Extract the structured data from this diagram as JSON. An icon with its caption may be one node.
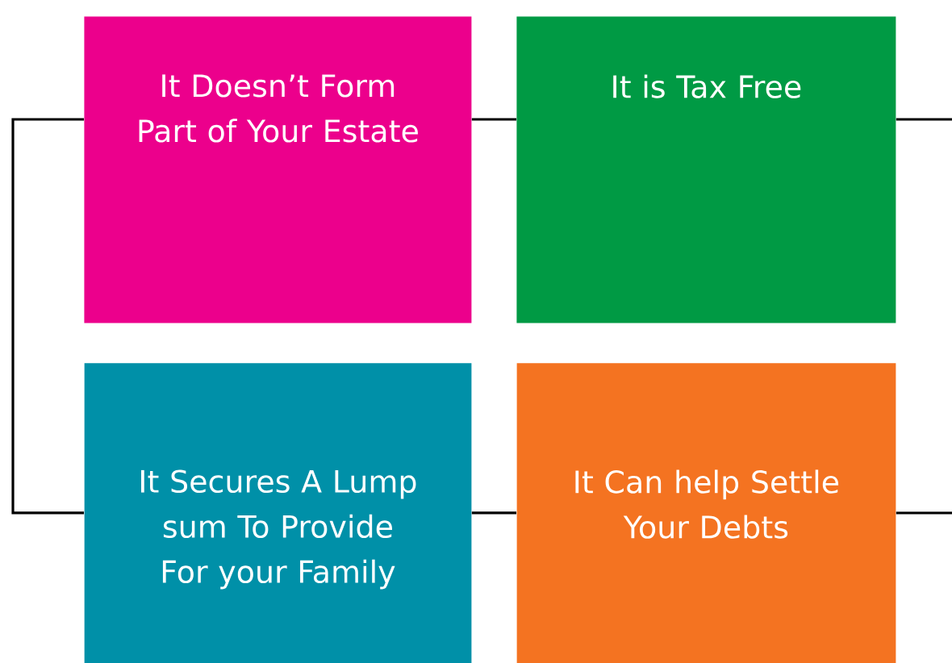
{
  "diagram": {
    "nodes": [
      {
        "text": [
          "It Doesn’t Form Part of Your Estate"
        ]
      },
      {
        "text": [
          "It is Tax Free"
        ]
      },
      {
        "text": [
          "It Secures A Lump sum To Provide For your Family"
        ]
      },
      {
        "text": [
          "It Can help Settle Your Debts"
        ]
      }
    ],
    "edges": [
      {
        "from": 0,
        "to": 1,
        "arrow": "none"
      },
      {
        "from": 0,
        "to": 2,
        "arrow": "none"
      },
      {
        "from": 2,
        "to": 3,
        "arrow": "none"
      },
      {
        "from": 1,
        "to": null,
        "arrow": "none"
      },
      {
        "from": 3,
        "to": null,
        "arrow": "none"
      }
    ]
  }
}
